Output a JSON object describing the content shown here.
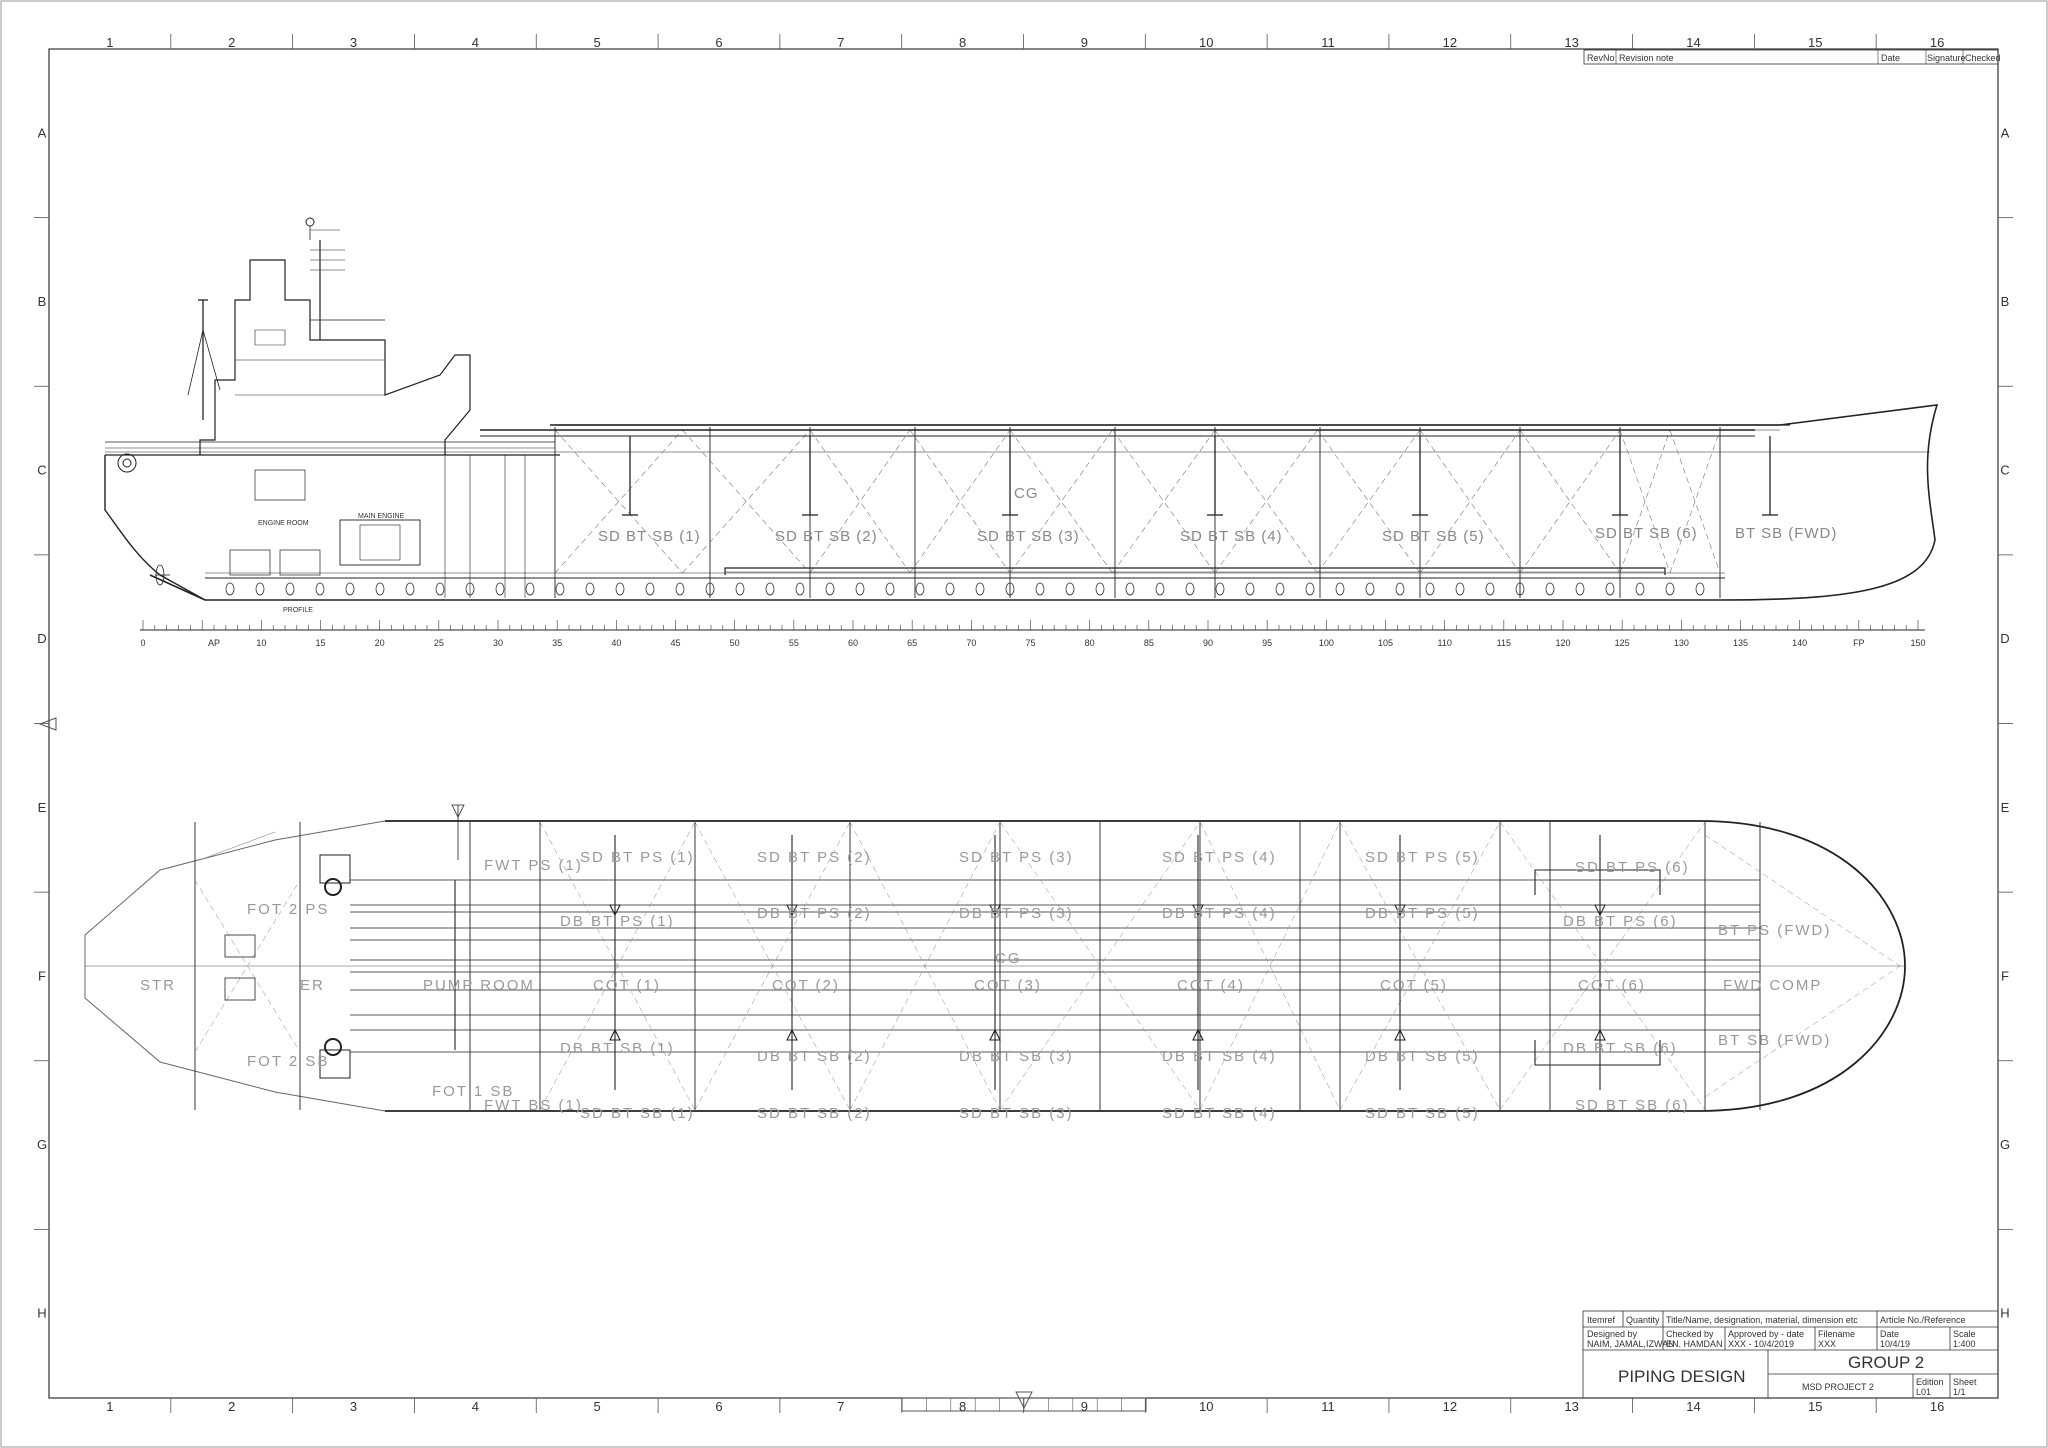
{
  "frame": {
    "columns": [
      "1",
      "2",
      "3",
      "4",
      "5",
      "6",
      "7",
      "8",
      "9",
      "10",
      "11",
      "12",
      "13",
      "14",
      "15",
      "16"
    ],
    "rows": [
      "A",
      "B",
      "C",
      "D",
      "E",
      "F",
      "G",
      "H"
    ]
  },
  "revision_block": {
    "headers": [
      "RevNo",
      "Revision note",
      "Date",
      "Signature",
      "Checked"
    ]
  },
  "profile": {
    "caption": "PROFILE",
    "engine_room": "ENGINE ROOM",
    "main_engine": "MAIN ENGINE",
    "cg": "CG",
    "tanks": [
      "SD BT SB (1)",
      "SD BT SB (2)",
      "SD BT SB (3)",
      "SD BT SB (4)",
      "SD BT SB (5)",
      "SD BT SB (6)",
      "BT SB (FWD)"
    ],
    "frame_scale": [
      "0",
      "AP",
      "10",
      "15",
      "20",
      "25",
      "30",
      "35",
      "40",
      "45",
      "50",
      "55",
      "60",
      "65",
      "70",
      "75",
      "80",
      "85",
      "90",
      "95",
      "100",
      "105",
      "110",
      "115",
      "120",
      "125",
      "130",
      "135",
      "140",
      "FP",
      "150"
    ]
  },
  "plan": {
    "str": "STR",
    "er": "ER",
    "pump_room": "PUMP ROOM",
    "fot2ps": "FOT 2 PS",
    "fot2sb": "FOT 2 SB",
    "fot1sb": "FOT 1 SB",
    "fwtps": "FWT PS (1)",
    "fwtsb": "FWT BS (1)",
    "cg": "CG",
    "fwd_comp": "FWD COMP",
    "bt_ps_fwd": "BT PS (FWD)",
    "bt_sb_fwd": "BT SB (FWD)",
    "sd_ps": [
      "SD BT PS (1)",
      "SD BT PS (2)",
      "SD BT PS (3)",
      "SD BT PS (4)",
      "SD BT PS (5)",
      "SD BT PS (6)"
    ],
    "db_ps": [
      "DB BT PS (1)",
      "DB BT PS (2)",
      "DB BT PS (3)",
      "DB BT PS (4)",
      "DB BT PS (5)",
      "DB BT PS (6)"
    ],
    "cot": [
      "COT (1)",
      "COT (2)",
      "COT (3)",
      "COT (4)",
      "COT (5)",
      "COT (6)"
    ],
    "db_sb": [
      "DB BT SB (1)",
      "DB BT SB (2)",
      "DB BT SB (3)",
      "DB BT SB (4)",
      "DB BT SB (5)",
      "DB BT SB (6)"
    ],
    "sd_sb": [
      "SD BT SB (1)",
      "SD BT SB (2)",
      "SD BT SB (3)",
      "SD BT SB (4)",
      "SD BT SB (5)",
      "SD BT SB (6)"
    ]
  },
  "title_block": {
    "row1": [
      "Itemref",
      "Quantity",
      "Title/Name, designation, material, dimension etc",
      "Article No./Reference"
    ],
    "designed_by_label": "Designed by",
    "designed_by": "NAIM, JAMAL,IZWAN",
    "checked_by_label": "Checked by",
    "checked_by": "EN. HAMDAN",
    "approved_label": "Approved by - date",
    "approved": "XXX - 10/4/2019",
    "filename_label": "Filename",
    "filename": "XXX",
    "date_label": "Date",
    "date": "10/4/19",
    "scale_label": "Scale",
    "scale": "1:400",
    "title": "PIPING DESIGN",
    "group": "GROUP 2",
    "project": "MSD PROJECT 2",
    "edition_label": "Edition",
    "edition": "L01",
    "sheet_label": "Sheet",
    "sheet": "1/1"
  }
}
